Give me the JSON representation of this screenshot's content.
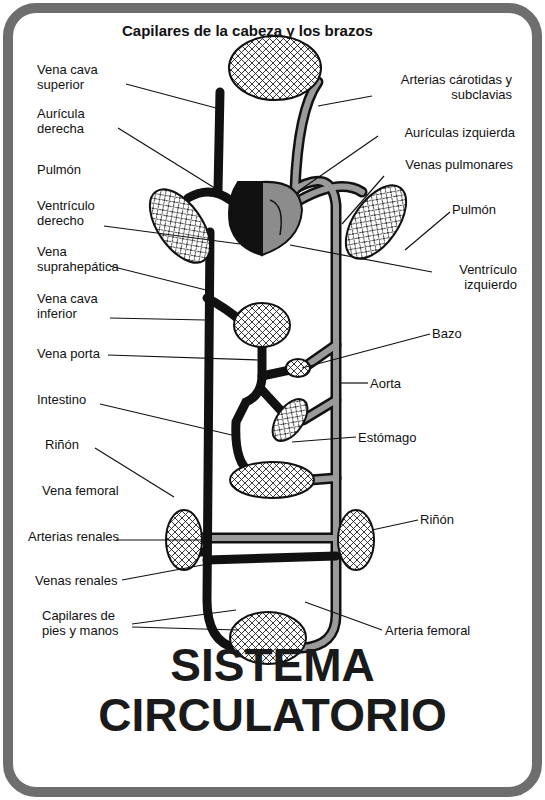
{
  "diagram": {
    "title": "SISTEMA CIRCULATORIO",
    "labels": [
      "Capilares de la cabeza y los brazos",
      "Vena cava superior",
      "Arterias cárotidas y subclavias",
      "Aurícula derecha",
      "Aurículas izquierda",
      "Pulmón",
      "Venas pulmonares",
      "Ventrículo derecho",
      "Pulmón",
      "Vena suprahepática",
      "Ventrículo izquierdo",
      "Vena cava inferior",
      "Bazo",
      "Vena porta",
      "Aorta",
      "Intestino",
      "Estómago",
      "Riñón",
      "Vena femoral",
      "Arterias renales",
      "Riñón",
      "Venas renales",
      "Capilares de pies y manos",
      "Arteria femoral"
    ]
  }
}
